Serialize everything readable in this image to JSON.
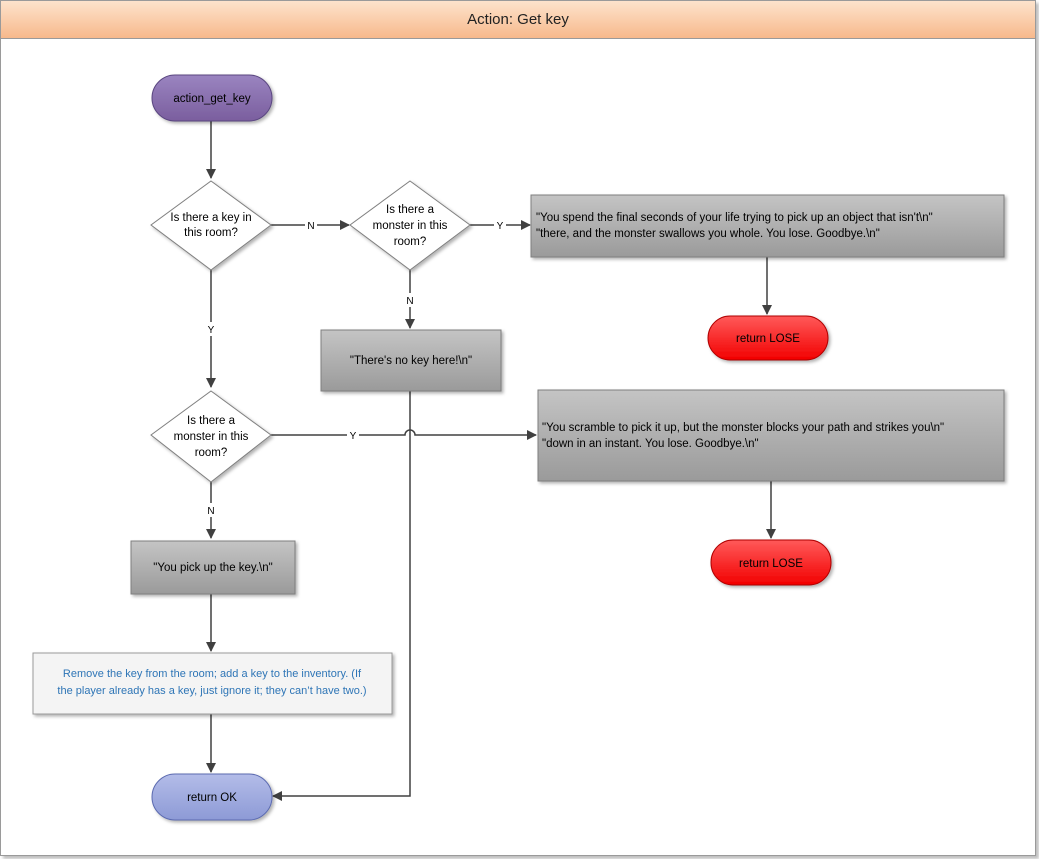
{
  "title": "Action: Get key",
  "nodes": {
    "start": "action_get_key",
    "decision_key": [
      "Is there a key in",
      "this room?"
    ],
    "decision_monster_no_key": [
      "Is there a",
      "monster in this",
      "room?"
    ],
    "decision_monster_key": [
      "Is there a",
      "monster in this",
      "room?"
    ],
    "msg_lose_no_key": [
      "\"You spend the final seconds of your life trying to pick up an object that isn't\\n\"",
      "\"there, and the monster swallows you whole. You lose. Goodbye.\\n\""
    ],
    "msg_no_key": "\"There's no key here!\\n\"",
    "msg_lose_key": [
      "\"You scramble to pick it up, but the monster blocks your path and strikes you\\n\"",
      "\"down in an instant. You lose. Goodbye.\\n\""
    ],
    "msg_pickup": "\"You pick up the key.\\n\"",
    "process_inventory": [
      "Remove the key from the room; add a key to the inventory. (If",
      "the player already has a key, just ignore it; they can’t have two.)"
    ],
    "return_lose_1": "return LOSE",
    "return_lose_2": "return LOSE",
    "return_ok": "return OK"
  },
  "edges": {
    "key_no": "N",
    "key_yes": "Y",
    "monster1_yes": "Y",
    "monster1_no": "N",
    "monster2_yes": "Y",
    "monster2_no": "N"
  },
  "colors": {
    "start_fill": "#8064a2",
    "process_fill": "#a6a6a6",
    "lose_fill": "#ff0000",
    "ok_fill": "#8e9cd8",
    "info_text": "#2e75b6"
  }
}
